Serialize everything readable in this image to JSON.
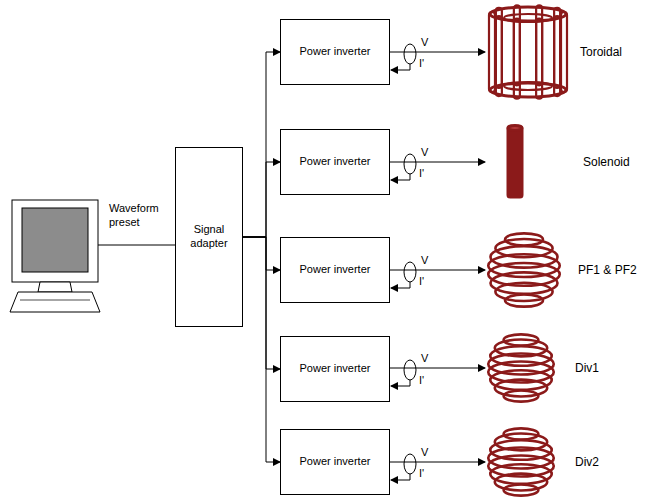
{
  "diagram": {
    "nodes": [
      {
        "text": [
          "Signal adapter"
        ]
      },
      {
        "text": [
          "Power inverter"
        ]
      },
      {
        "text": [
          "Power inverter"
        ]
      },
      {
        "text": [
          "Power inverter"
        ]
      },
      {
        "text": [
          "Power inverter"
        ]
      },
      {
        "text": [
          "Power inverter"
        ]
      },
      {
        "text": [
          "Toroidal"
        ]
      },
      {
        "text": [
          "Solenoid"
        ]
      },
      {
        "text": [
          "PF1 & PF2"
        ]
      },
      {
        "text": [
          "Div1"
        ]
      },
      {
        "text": [
          "Div2"
        ]
      }
    ],
    "edges": [
      {
        "from": 0,
        "to": 1,
        "arrow": "to"
      },
      {
        "from": 0,
        "to": 2,
        "arrow": "to"
      },
      {
        "from": 0,
        "to": 3,
        "arrow": "to"
      },
      {
        "from": 0,
        "to": 4,
        "arrow": "to"
      },
      {
        "from": 0,
        "to": 5,
        "arrow": "to"
      },
      {
        "from": 1,
        "to": 6,
        "label": "V",
        "arrow": "to"
      },
      {
        "from": 2,
        "to": 7,
        "label": "V",
        "arrow": "to"
      },
      {
        "from": 3,
        "to": 8,
        "label": "V",
        "arrow": "to"
      },
      {
        "from": 4,
        "to": 9,
        "label": "V",
        "arrow": "to"
      },
      {
        "from": 5,
        "to": 10,
        "label": "V",
        "arrow": "to"
      }
    ],
    "labels": [
      "Waveform preset",
      "I'",
      "I'",
      "I'",
      "I'",
      "I'"
    ]
  }
}
